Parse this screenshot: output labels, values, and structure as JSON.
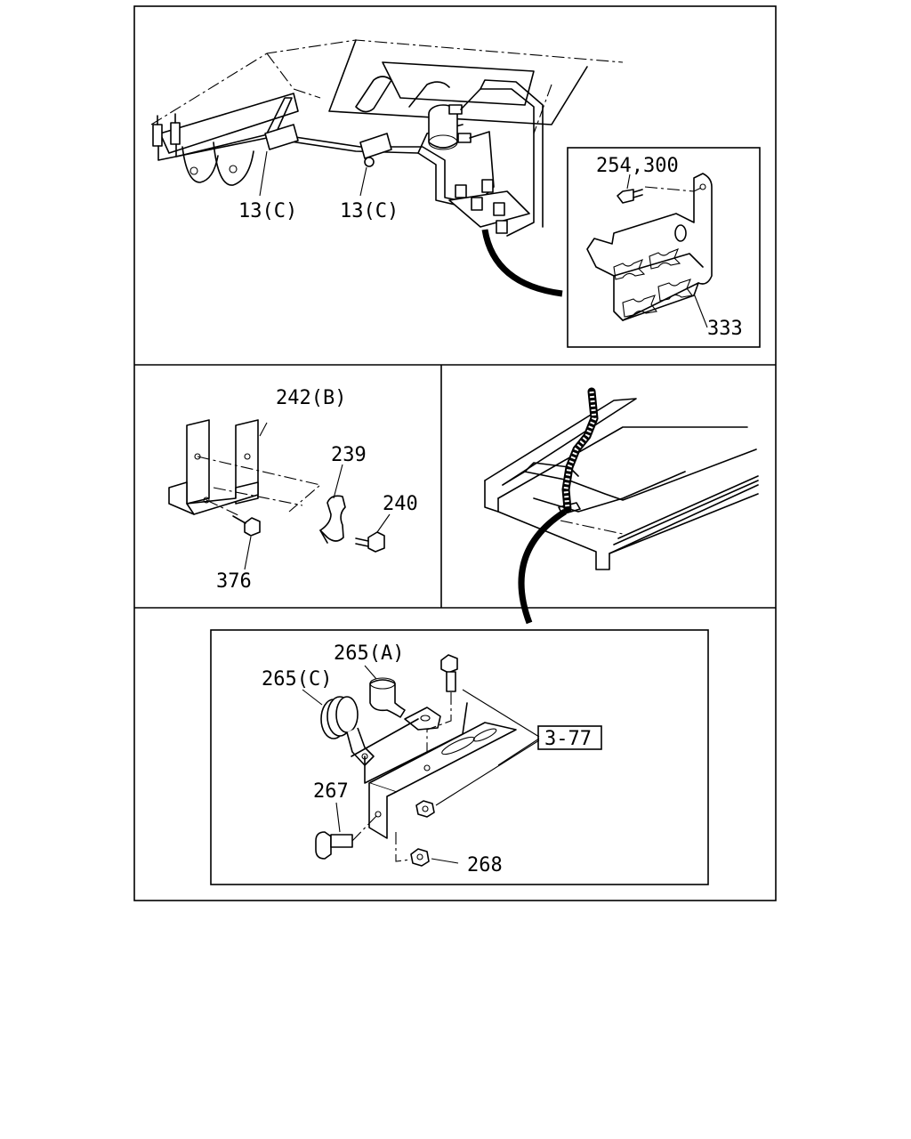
{
  "labels": {
    "top": {
      "clip_left": "13(C)",
      "clip_right": "13(C)",
      "bolt": "254,300",
      "bracket": "333"
    },
    "middle": {
      "bracket": "242(B)",
      "clip": "239",
      "bolt_right": "240",
      "bolt_left": "376"
    },
    "bottom": {
      "clamp_a": "265(A)",
      "clamp_c": "265(C)",
      "bolt": "267",
      "nut": "268",
      "reference": "3-77"
    }
  }
}
